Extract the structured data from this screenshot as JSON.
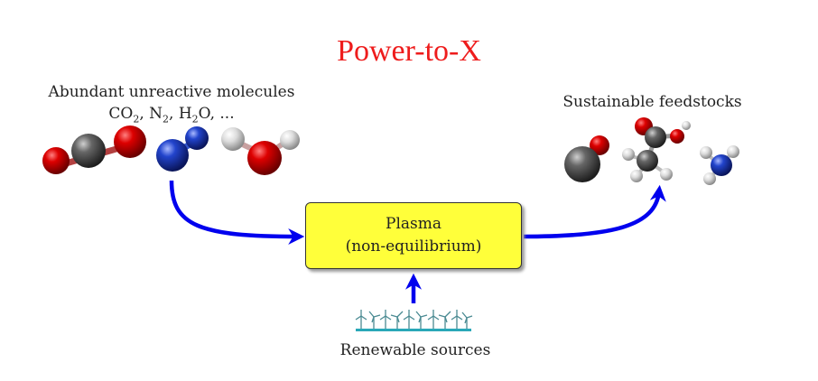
{
  "title": "Power-to-X",
  "left_label": {
    "line1": "Abundant unreactive molecules",
    "molecules": [
      {
        "base": "CO",
        "sub": "2",
        "sep": ", "
      },
      {
        "base": "N",
        "sub": "2",
        "sep": ", "
      },
      {
        "base": "H",
        "sub": "2",
        "tail": "O",
        "sep": ", ..."
      }
    ]
  },
  "box": {
    "line1": "Plasma",
    "line2": "(non-equilibrium)"
  },
  "right_label": "Sustainable feedstocks",
  "bottom_label": "Renewable sources",
  "colors": {
    "title": "#ee1c1c",
    "arrow": "#0000ee",
    "box_fill": "#ffff3a",
    "oxygen": "#cc0000",
    "carbon": "#555555",
    "nitrogen": "#2244cc",
    "hydrogen": "#dddddd",
    "wind_farm": "#2aa8b8"
  },
  "icons": [
    "co2-molecule",
    "n2-molecule",
    "h2o-molecule",
    "co-molecule",
    "acetic-acid-molecule",
    "ammonia-molecule",
    "wind-turbines-icon"
  ]
}
